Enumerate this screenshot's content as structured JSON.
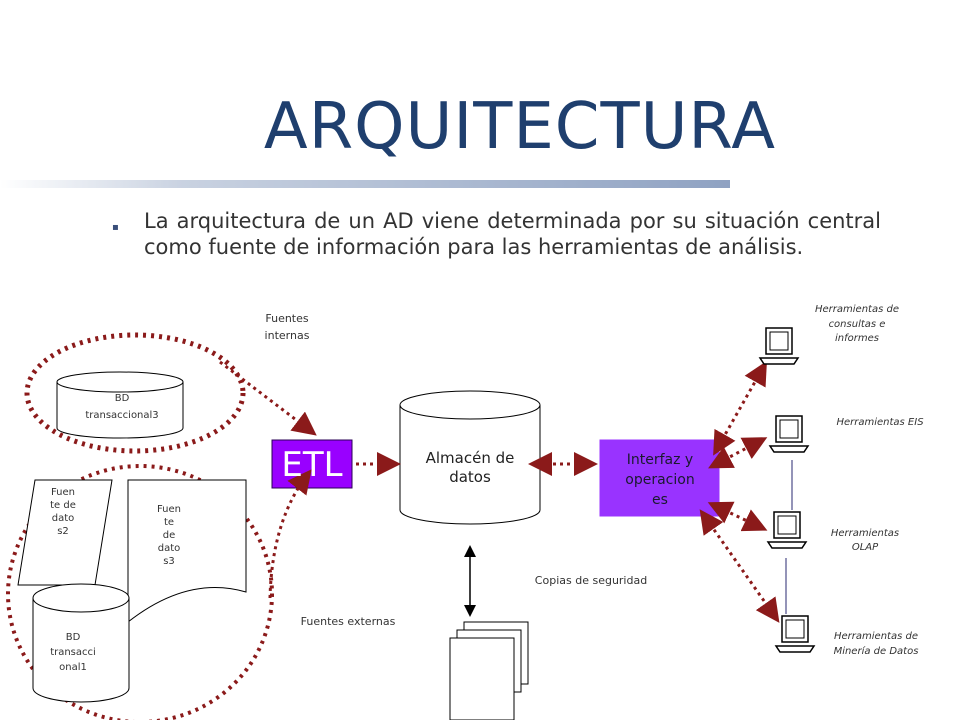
{
  "title": "ARQUITECTURA",
  "bullet_text": "La arquitectura de un AD viene determinada por su situación central como fuente de información para las herramientas de análisis.",
  "labels": {
    "fuentes_internas": [
      "Fuentes",
      "internas"
    ],
    "fuentes_externas": "Fuentes externas",
    "copias": "Copias de seguridad",
    "bd3": [
      "BD",
      "transaccional3"
    ],
    "fuente2": [
      "Fuen",
      "te de",
      "dato",
      "s2"
    ],
    "fuente3": [
      "Fuen",
      "te",
      "de",
      "dato",
      "s3"
    ],
    "bd1": [
      "BD",
      "transacci",
      "onal1"
    ],
    "etl": "ETL",
    "almacen": [
      "Almacén de",
      "datos"
    ],
    "interfaz": [
      "Interfaz y",
      "operacion",
      "es"
    ],
    "herr_consultas": [
      "Herramientas de",
      "consultas e",
      "informes"
    ],
    "herr_eis": "Herramientas EIS",
    "herr_olap": [
      "Herramientas",
      "OLAP"
    ],
    "herr_mineria": [
      "Herramientas de",
      "Minería de Datos"
    ]
  },
  "colors": {
    "title": "#1f3f6e",
    "etl_fill": "#9900ff",
    "interfaz_fill": "#9933ff",
    "dotted_red": "#8b1a1a",
    "connector": "#7070a0"
  }
}
